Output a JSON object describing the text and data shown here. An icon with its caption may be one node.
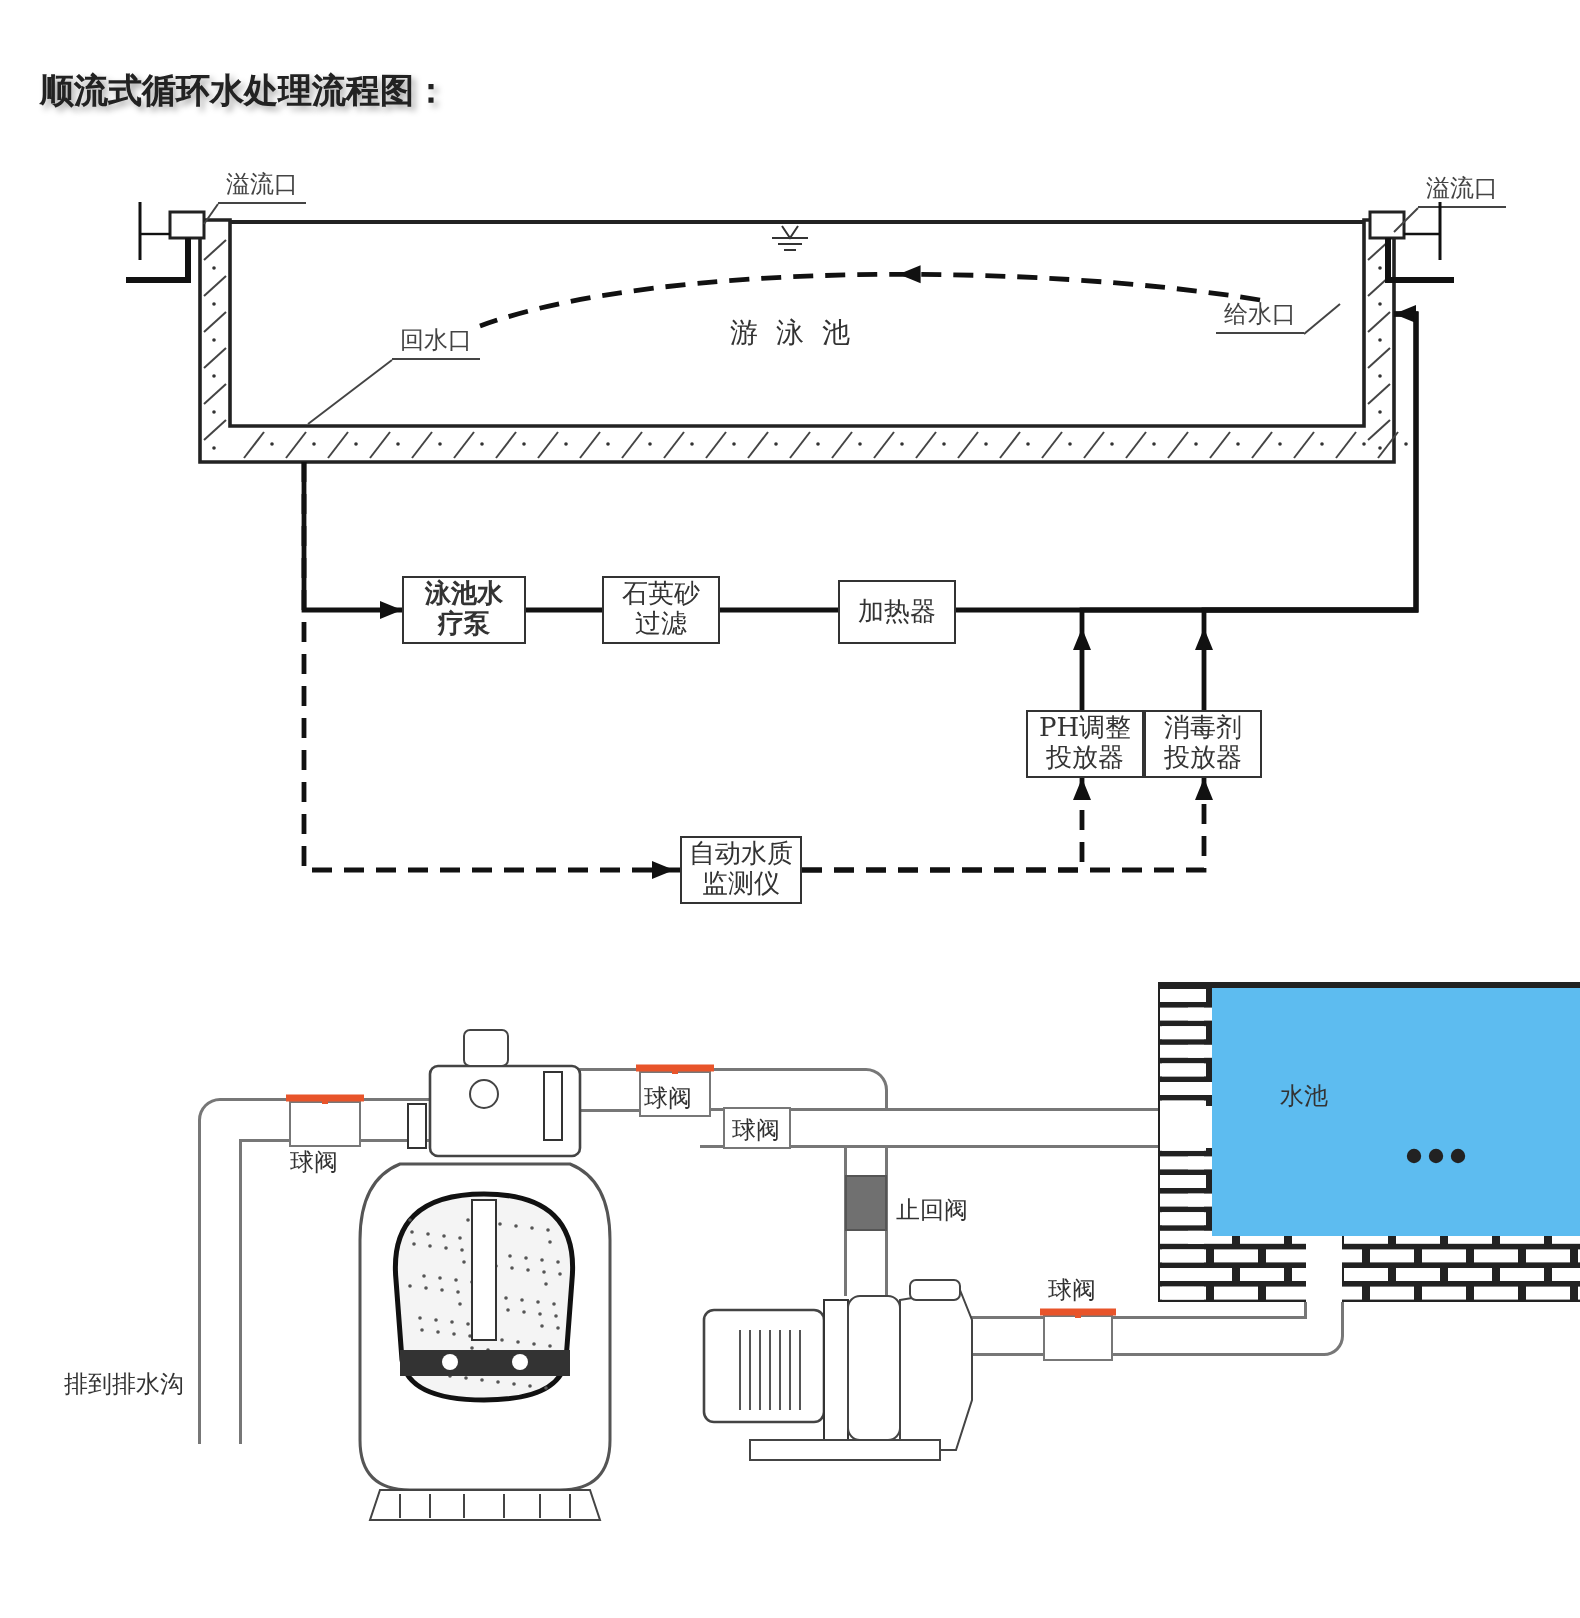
{
  "diagram": {
    "title": "顺流式循环水处理流程图：",
    "nodes": [
      {
        "text": [
          "游泳池"
        ]
      },
      {
        "text": [
          "溢流口"
        ]
      },
      {
        "text": [
          "溢流口"
        ]
      },
      {
        "text": [
          "回水口"
        ]
      },
      {
        "text": [
          "给水口"
        ]
      },
      {
        "text": [
          "泳池水疗泵"
        ]
      },
      {
        "text": [
          "石英砂过滤"
        ]
      },
      {
        "text": [
          "加热器"
        ]
      },
      {
        "text": [
          "PH调整投放器"
        ]
      },
      {
        "text": [
          "消毒剂投放器"
        ]
      },
      {
        "text": [
          "自动水质监测仪"
        ]
      },
      {
        "text": [
          "水池"
        ]
      }
    ],
    "edges": [
      {
        "from": 0,
        "to": 5,
        "arrow": "to"
      },
      {
        "from": 5,
        "to": 6,
        "arrow": "none"
      },
      {
        "from": 6,
        "to": 7,
        "arrow": "none"
      },
      {
        "from": 7,
        "to": 0,
        "arrow": "to"
      },
      {
        "from": 8,
        "to": 0,
        "arrow": "to"
      },
      {
        "from": 9,
        "to": 0,
        "arrow": "to"
      },
      {
        "from": 0,
        "to": 10,
        "arrow": "to",
        "style": "dashed"
      },
      {
        "from": 10,
        "to": 8,
        "arrow": "to",
        "style": "dashed"
      },
      {
        "from": 10,
        "to": 9,
        "arrow": "to",
        "style": "dashed"
      },
      {
        "from": 1,
        "to": 0,
        "arrow": "none"
      },
      {
        "from": 2,
        "to": 0,
        "arrow": "none"
      },
      {
        "from": 3,
        "to": 0,
        "arrow": "none"
      },
      {
        "from": 4,
        "to": 0,
        "arrow": "none"
      },
      {
        "from": 4,
        "to": 3,
        "arrow": "to",
        "style": "dashed"
      }
    ],
    "labels": [
      "球阀",
      "球阀",
      "球阀",
      "止回阀",
      "排到排水沟",
      "球阀"
    ]
  }
}
